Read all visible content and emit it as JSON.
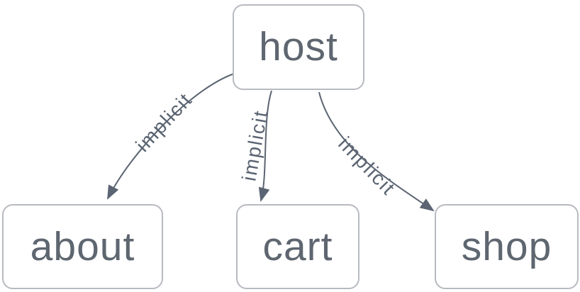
{
  "graph": {
    "background": "#ffffff",
    "colors": {
      "node_fill": "#ffffff",
      "node_border": "#b7bac0",
      "node_text": "#5e6670",
      "edge_stroke": "#5b6472",
      "edge_label_text": "#5b6472"
    },
    "nodes": [
      {
        "id": "host",
        "label": "host"
      },
      {
        "id": "about",
        "label": "about"
      },
      {
        "id": "cart",
        "label": "cart"
      },
      {
        "id": "shop",
        "label": "shop"
      }
    ],
    "edges": [
      {
        "from": "host",
        "to": "about",
        "label": "implicit"
      },
      {
        "from": "host",
        "to": "cart",
        "label": "implicit"
      },
      {
        "from": "host",
        "to": "shop",
        "label": "implicit"
      }
    ]
  }
}
